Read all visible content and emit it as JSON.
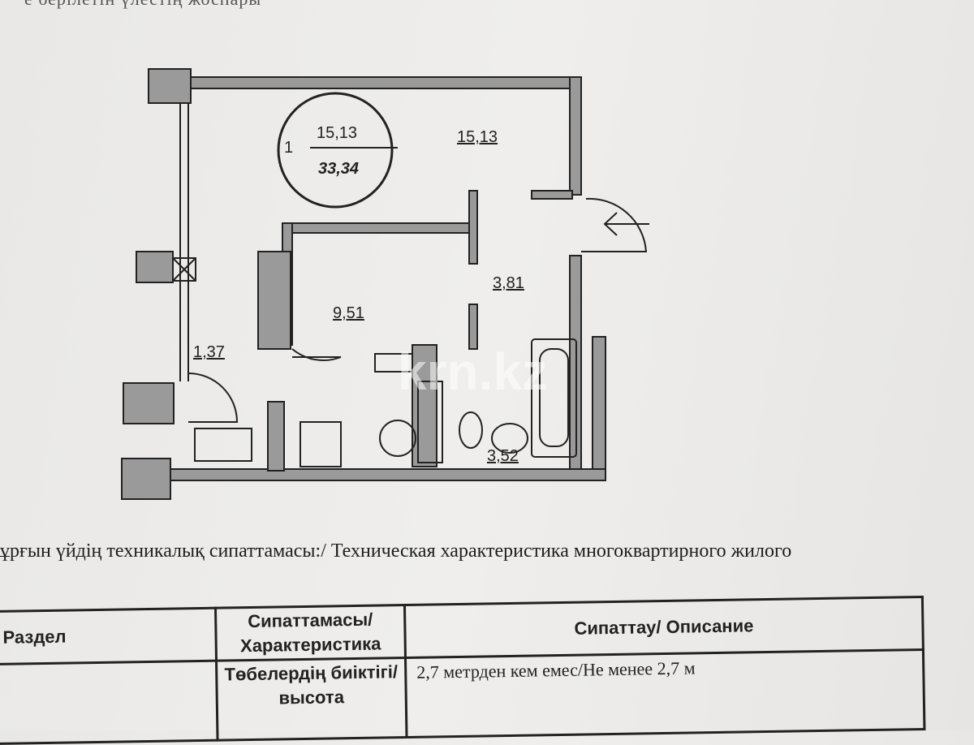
{
  "top_text": "е берілетін үлестің жоспары",
  "floor_plan": {
    "apartment_badge": {
      "rooms": "1",
      "living_area": "15,13",
      "total_area": "33,34"
    },
    "room_areas": [
      "15,13",
      "3,81",
      "9,51",
      "1,37",
      "3,52"
    ],
    "watermark": "krn.kz"
  },
  "heading": "ұрғын үйдің техникалық сипаттамасы:/ Техническая характеристика многоквартирного жилого",
  "table": {
    "headers": [
      "Раздел",
      "Сипаттамасы/ Характеристика",
      "Сипаттау/ Описание"
    ],
    "rows": [
      {
        "section": "",
        "characteristic": "Төбелердің биіктігі/высота",
        "description": "2,7 метрден кем емес/Не менее 2,7 м"
      }
    ]
  }
}
